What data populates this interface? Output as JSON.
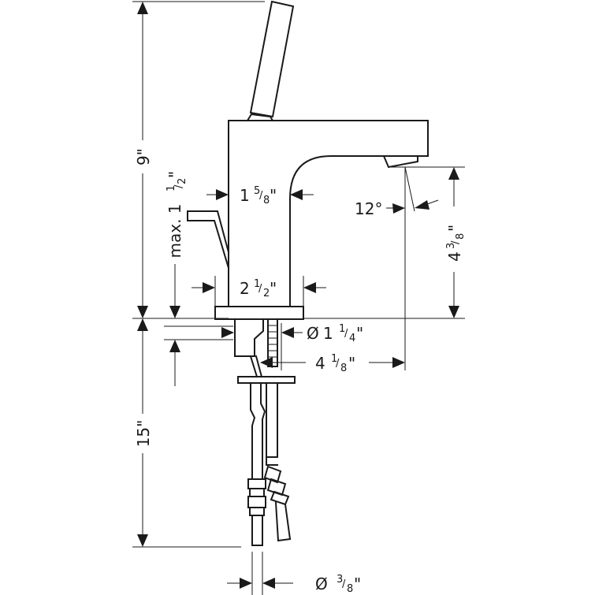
{
  "dimensions": {
    "overall_height_top": "9\"",
    "overall_height_bottom": "15\"",
    "spout_gap": {
      "whole": "1",
      "num": "5",
      "den": "8",
      "unit": "\""
    },
    "body_width": {
      "whole": "2",
      "num": "1",
      "den": "2",
      "unit": "\""
    },
    "deck_thickness": {
      "prefix": "max. 1",
      "num": "1",
      "den": "2",
      "unit": "\""
    },
    "spout_height": {
      "whole": "4",
      "num": "3",
      "den": "8",
      "unit": "\""
    },
    "spout_angle": "12°",
    "mount_hole": {
      "prefix": "Ø",
      "whole": "1",
      "num": "1",
      "den": "4",
      "unit": "\""
    },
    "spout_reach": {
      "whole": "4",
      "num": "1",
      "den": "8",
      "unit": "\""
    },
    "supply_line": {
      "prefix": "Ø",
      "num": "3",
      "den": "8",
      "unit": "\""
    }
  },
  "colors": {
    "line": "#1a1a1a",
    "background": "#ffffff"
  }
}
